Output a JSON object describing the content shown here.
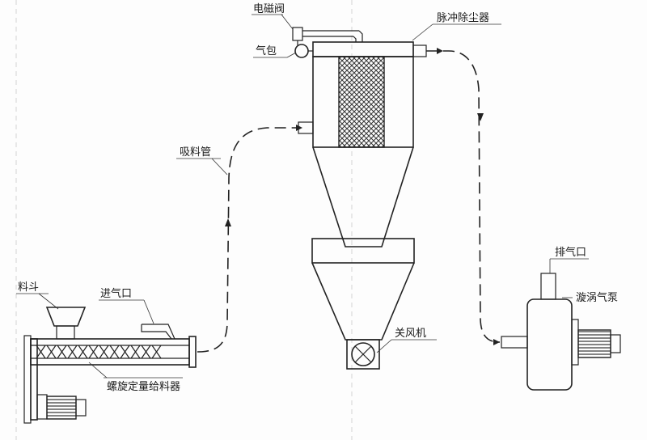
{
  "labels": {
    "solenoid_valve": "电磁阀",
    "pulse_dust_collector": "脉冲除尘器",
    "air_bag": "气包",
    "suction_pipe": "吸料管",
    "hopper": "料斗",
    "air_inlet": "进气口",
    "screw_feeder": "螺旋定量给料器",
    "rotary_valve": "关风机",
    "exhaust_port": "排气口",
    "vortex_pump": "漩涡气泵"
  }
}
